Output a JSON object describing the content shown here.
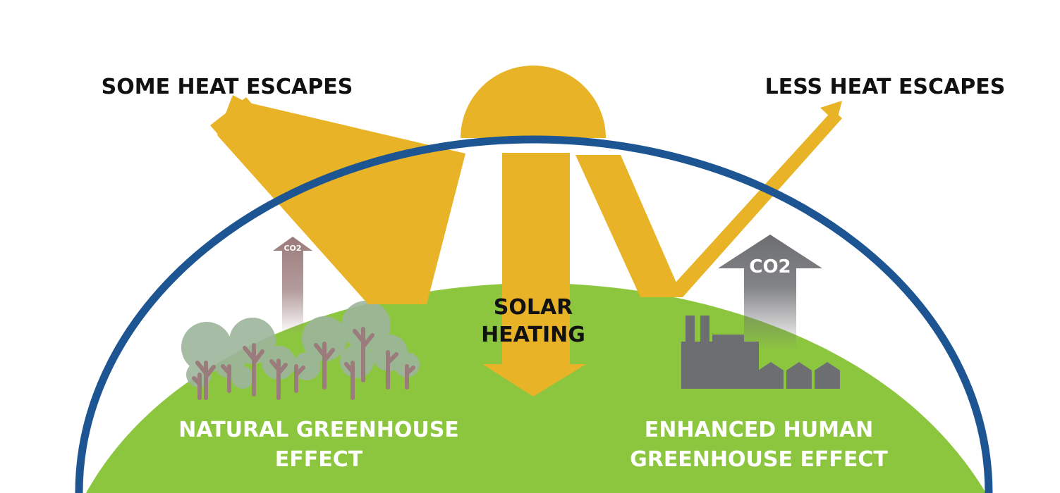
{
  "labels": {
    "some_heat": "SOME HEAT ESCAPES",
    "less_heat": "LESS HEAT ESCAPES",
    "solar_line1": "SOLAR",
    "solar_line2": "HEATING",
    "natural_line1": "NATURAL GREENHOUSE",
    "natural_line2": "EFFECT",
    "enhanced_line1": "ENHANCED HUMAN",
    "enhanced_line2": "GREENHOUSE EFFECT",
    "co2_small": "CO2",
    "co2_large": "CO2"
  },
  "colors": {
    "sun": "#E8B327",
    "atmosphere": "#1D5592",
    "ground": "#8CC63F",
    "label_dark": "#111111",
    "label_light": "#FFFFFF",
    "factory": "#6D6E71",
    "tree_canopy": "#9DB59B",
    "tree_trunk": "#9B7B7B",
    "co2_natural": "#9B7B7B",
    "co2_human": "#6D6E71"
  },
  "icons": [
    "sun-icon",
    "tree-icon",
    "factory-icon",
    "co2-arrow-icon"
  ]
}
